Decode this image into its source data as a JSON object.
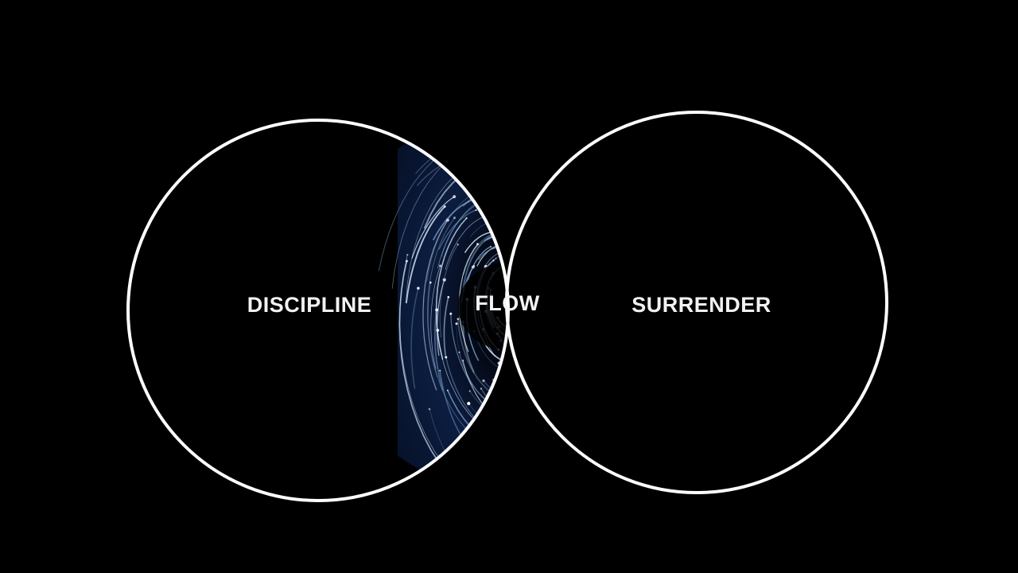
{
  "diagram": {
    "type": "venn",
    "sets": [
      {
        "id": "left",
        "label": "DISCIPLINE"
      },
      {
        "id": "right",
        "label": "SURRENDER"
      }
    ],
    "intersection": {
      "label": "FLOW",
      "fill_style": "swirling light streaks on dark blue"
    },
    "colors": {
      "background": "#000000",
      "circle_outline": "#ffffff",
      "label": "#f2f2f2",
      "swirl_base": "#0a1630",
      "swirl_light": "#cfe6ff"
    }
  }
}
